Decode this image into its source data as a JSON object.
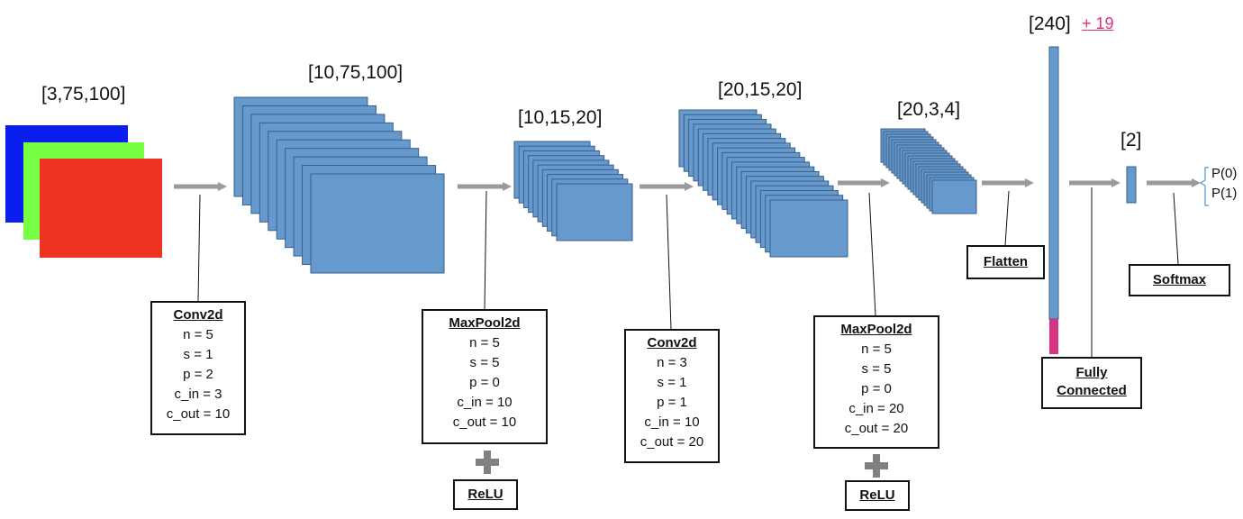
{
  "dims": {
    "input": "[3,75,100]",
    "conv1": "[10,75,100]",
    "pool1": "[10,15,20]",
    "conv2": "[20,15,20]",
    "pool2": "[20,3,4]",
    "flat": "[240]",
    "flat_extra": "+ 19",
    "fc": "[2]"
  },
  "ops": {
    "conv1": {
      "title": "Conv2d",
      "params": [
        "n = 5",
        "s = 1",
        "p = 2",
        "c_in = 3",
        "c_out = 10"
      ]
    },
    "pool1": {
      "title": "MaxPool2d",
      "params": [
        "n = 5",
        "s = 5",
        "p = 0",
        "c_in = 10",
        "c_out = 10"
      ]
    },
    "conv2": {
      "title": "Conv2d",
      "params": [
        "n = 3",
        "s = 1",
        "p = 1",
        "c_in = 10",
        "c_out = 20"
      ]
    },
    "pool2": {
      "title": "MaxPool2d",
      "params": [
        "n = 5",
        "s = 5",
        "p = 0",
        "c_in = 20",
        "c_out = 20"
      ]
    },
    "relu1": "ReLU",
    "relu2": "ReLU",
    "flatten": "Flatten",
    "fc_line1": "Fully",
    "fc_line2": "Connected",
    "softmax": "Softmax"
  },
  "outputs": [
    "P(0)",
    "P(1)"
  ],
  "colors": {
    "feature_map": "#6699cc",
    "feature_border": "#3a5f8a",
    "input_blue": "#0a1ef0",
    "input_green": "#77ff44",
    "input_red": "#ee3322",
    "extra_segment": "#d63384",
    "arrow": "#9a9a9a",
    "bracket": "#5b9bd5"
  },
  "stack_counts": {
    "conv1": 10,
    "pool1": 10,
    "conv2": 20,
    "pool2": 20
  }
}
